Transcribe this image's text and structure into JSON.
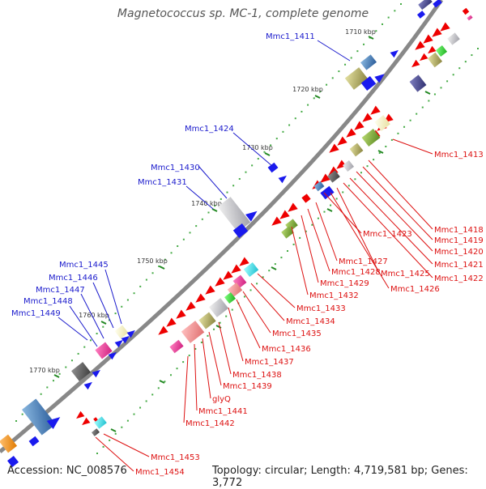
{
  "title": "Magnetococcus sp. MC-1, complete genome",
  "accession": "Accession: NC_008576",
  "summary": "Topology: circular; Length: 4,719,581 bp; Genes: 3,772",
  "ticks": [
    "1710 kbp",
    "1720 kbp",
    "1730 kbp",
    "1740 kbp",
    "1750 kbp",
    "1760 kbp",
    "1770 kbp"
  ],
  "left_labels": [
    "Mmc1_1411",
    "Mmc1_1424",
    "Mmc1_1430",
    "Mmc1_1431",
    "Mmc1_1445",
    "Mmc1_1446",
    "Mmc1_1447",
    "Mmc1_1448",
    "Mmc1_1449"
  ],
  "right_labels": [
    "Mmc1_1413",
    "Mmc1_1418",
    "Mmc1_1419",
    "Mmc1_1420",
    "Mmc1_1421",
    "Mmc1_1422",
    "Mmc1_1423",
    "Mmc1_1425",
    "Mmc1_1426",
    "Mmc1_1427",
    "Mmc1_1428",
    "Mmc1_1429",
    "Mmc1_1432",
    "Mmc1_1433",
    "Mmc1_1434",
    "Mmc1_1435",
    "Mmc1_1436",
    "Mmc1_1437",
    "Mmc1_1438",
    "Mmc1_1439",
    "glyQ",
    "Mmc1_1441",
    "Mmc1_1442",
    "Mmc1_1453",
    "Mmc1_1454"
  ],
  "colors": {
    "left_label": "#1a1acc",
    "right_label": "#dd1111",
    "backbone": "#888888",
    "tick": "#228822",
    "dot": "#44aa44"
  }
}
